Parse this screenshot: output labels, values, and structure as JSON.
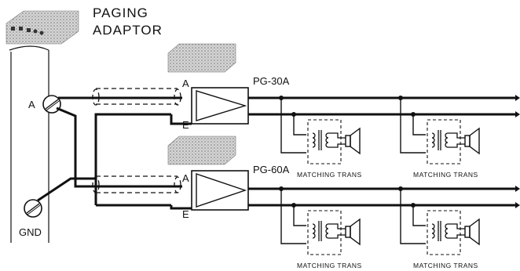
{
  "title": {
    "line1": "PAGING",
    "line2": "ADAPTOR"
  },
  "adaptor": {
    "terminal_a": "A",
    "terminal_gnd": "GND"
  },
  "amplifiers": [
    {
      "model": "PG-30A",
      "input_a": "A",
      "input_e": "E"
    },
    {
      "model": "PG-60A",
      "input_a": "A",
      "input_e": "E"
    }
  ],
  "transformers": [
    {
      "label": "MATCHING TRANS"
    },
    {
      "label": "MATCHING TRANS"
    },
    {
      "label": "MATCHING TRANS"
    },
    {
      "label": "MATCHING TRANS"
    }
  ],
  "colors": {
    "ink": "#111111",
    "device_fill": "#c8c8c8"
  }
}
